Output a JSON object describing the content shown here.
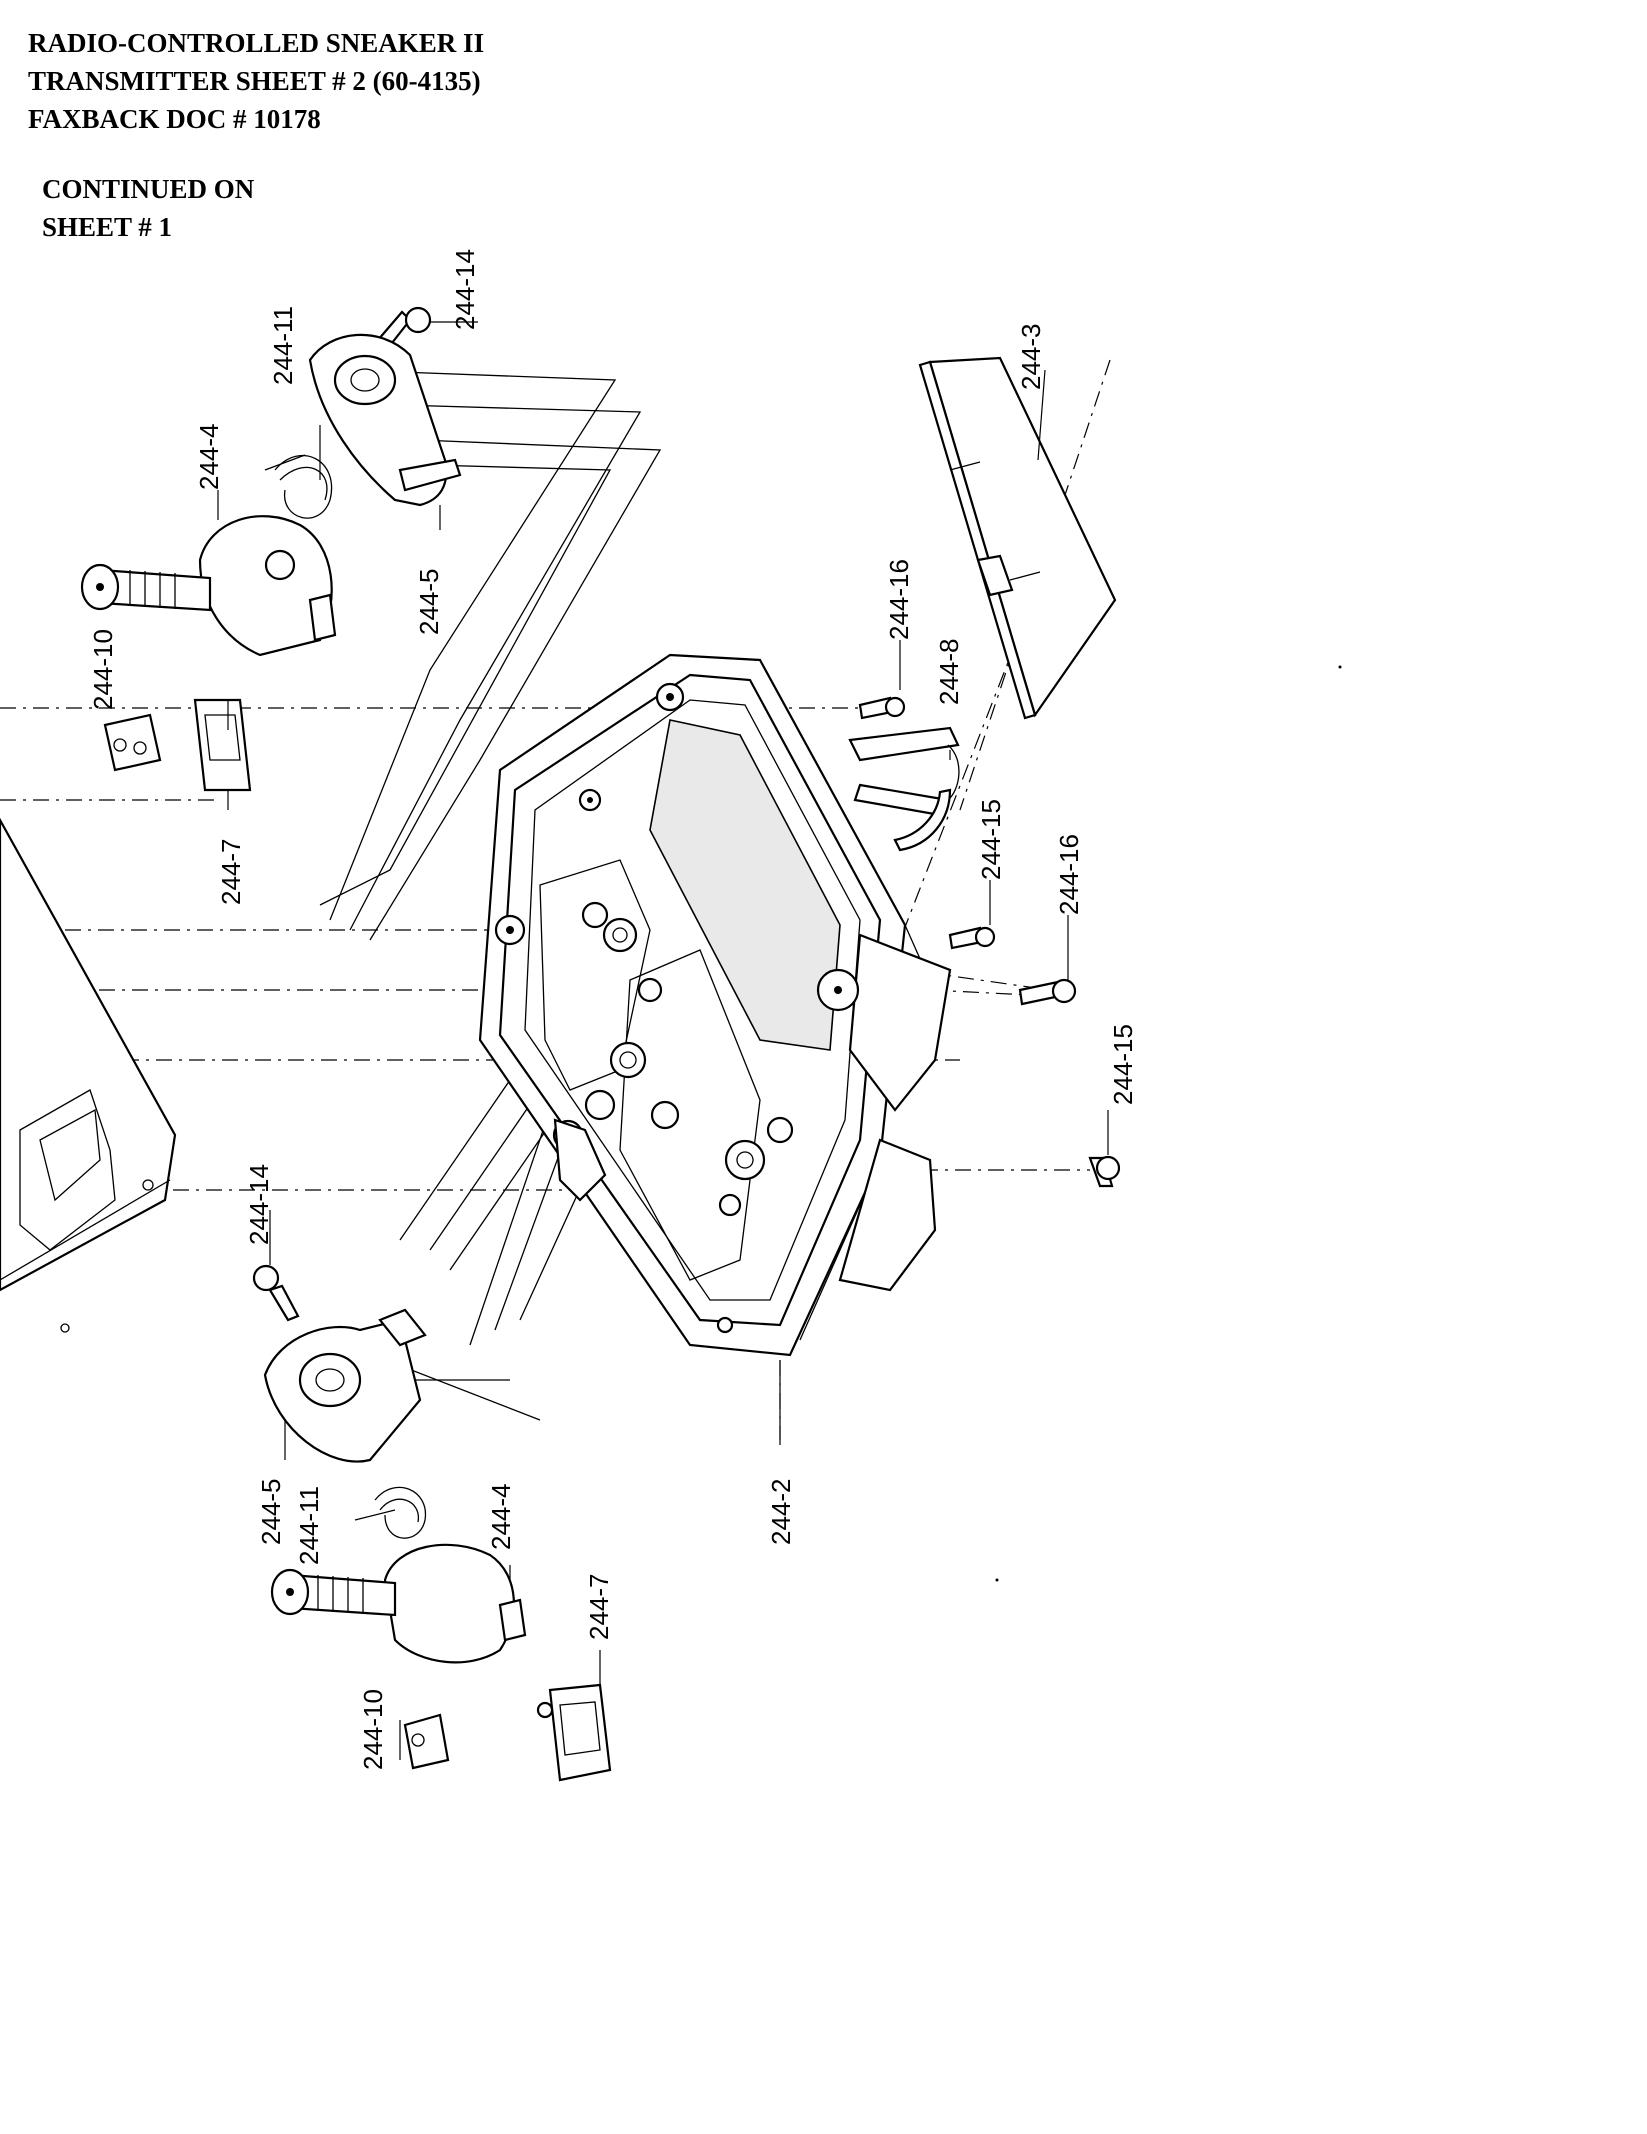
{
  "header": {
    "line1": "RADIO-CONTROLLED SNEAKER II",
    "line2": "TRANSMITTER SHEET # 2  (60-4135)",
    "line3": "FAXBACK DOC # 10178"
  },
  "continued": {
    "line1": "CONTINUED ON",
    "line2": "SHEET # 1"
  },
  "part_labels": {
    "p244_14_top": "244-14",
    "p244_11_top": "244-11",
    "p244_4_top": "244-4",
    "p244_5_top": "244-5",
    "p244_10_top": "244-10",
    "p244_7_top": "244-7",
    "p244_3": "244-3",
    "p244_16_a": "244-16",
    "p244_8": "244-8",
    "p244_15_a": "244-15",
    "p244_16_b": "244-16",
    "p244_15_b": "244-15",
    "p244_14_bot": "244-14",
    "p244_5_bot": "244-5",
    "p244_11_bot": "244-11",
    "p244_4_bot": "244-4",
    "p244_7_bot": "244-7",
    "p244_10_bot": "244-10",
    "p244_2": "244-2"
  }
}
